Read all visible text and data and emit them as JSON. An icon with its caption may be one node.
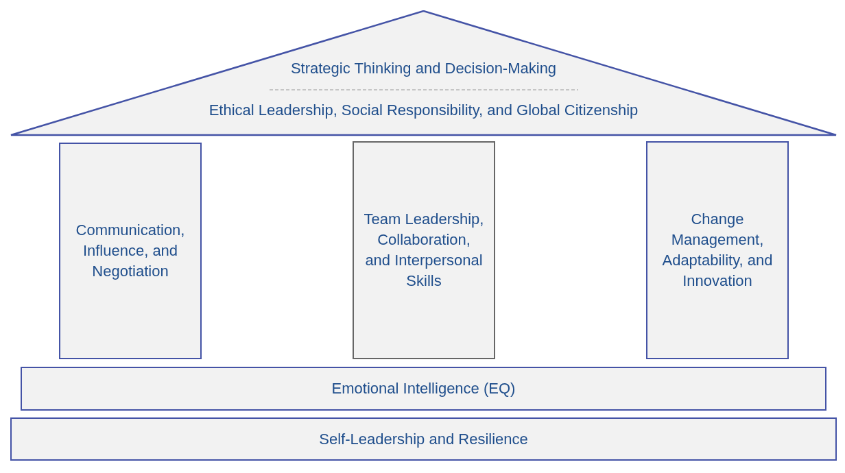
{
  "diagram": {
    "nodes": [
      {
        "text": [
          "Strategic Thinking and Decision-Making",
          "Ethical Leadership, Social Responsibility, and Global Citizenship"
        ]
      },
      {
        "text": [
          "Communication, Influence, and Negotiation"
        ]
      },
      {
        "text": [
          "Team Leadership, Collaboration, and Interpersonal Skills"
        ]
      },
      {
        "text": [
          "Change Management, Adaptability, and Innovation"
        ]
      },
      {
        "text": [
          "Emotional Intelligence (EQ)"
        ]
      },
      {
        "text": [
          "Self-Leadership and Resilience"
        ]
      }
    ]
  }
}
